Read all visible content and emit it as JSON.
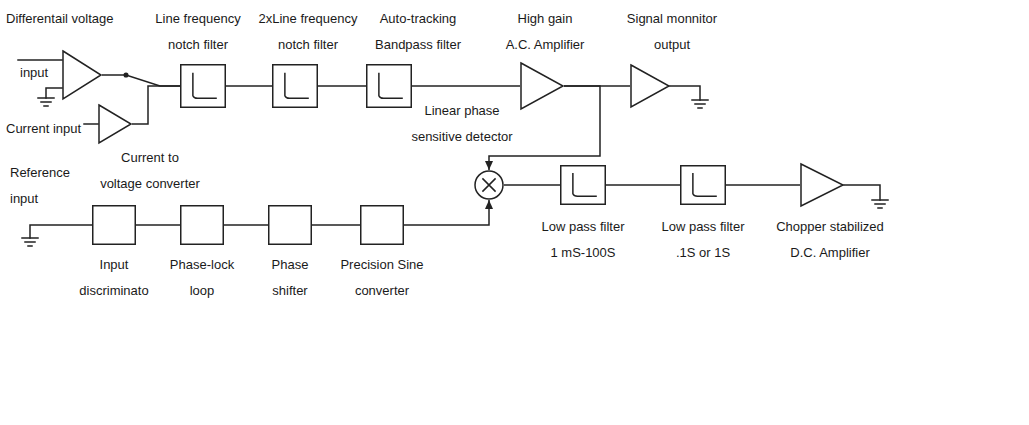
{
  "diagram": {
    "nodes": [
      {
        "text": [
          "input"
        ]
      },
      {
        "text": [
          "Current input",
          "Current to voltage converter"
        ]
      },
      {
        "text": [
          "Line frequency notch filter"
        ]
      },
      {
        "text": [
          "2xLine frequency notch filter"
        ]
      },
      {
        "text": [
          "Auto-tracking Bandpass filter"
        ]
      },
      {
        "text": [
          "High gain A.C. Amplifier"
        ]
      },
      {
        "text": [
          "Signal monnitor output"
        ]
      },
      {
        "text": [
          "Linear phase sensitive detector"
        ]
      },
      {
        "text": [
          "Input discriminato"
        ]
      },
      {
        "text": [
          "Phase-lock loop"
        ]
      },
      {
        "text": [
          "Phase shifter"
        ]
      },
      {
        "text": [
          "Precision Sine converter"
        ]
      },
      {
        "text": [
          "Low pass filter 1 mS-100S"
        ]
      },
      {
        "text": [
          "Low pass filter .1S or 1S"
        ]
      },
      {
        "text": [
          "Chopper stabilized D.C. Amplifier"
        ]
      }
    ],
    "edges": [
      {
        "from": 0,
        "to": 2,
        "arrow": "none"
      },
      {
        "from": 1,
        "to": 2,
        "arrow": "none"
      },
      {
        "from": 2,
        "to": 3,
        "arrow": "none"
      },
      {
        "from": 3,
        "to": 4,
        "arrow": "none"
      },
      {
        "from": 4,
        "to": 5,
        "arrow": "none"
      },
      {
        "from": 5,
        "to": 6,
        "arrow": "none"
      },
      {
        "from": 5,
        "to": 7,
        "arrow": "to"
      },
      {
        "from": 8,
        "to": 9,
        "arrow": "none"
      },
      {
        "from": 9,
        "to": 10,
        "arrow": "none"
      },
      {
        "from": 10,
        "to": 11,
        "arrow": "none"
      },
      {
        "from": 11,
        "to": 7,
        "arrow": "to"
      },
      {
        "from": 7,
        "to": 12,
        "arrow": "none"
      },
      {
        "from": 12,
        "to": 13,
        "arrow": "none"
      },
      {
        "from": 13,
        "to": 14,
        "arrow": "none"
      }
    ],
    "labels": [
      "Differentail voltage",
      "Reference input"
    ]
  }
}
